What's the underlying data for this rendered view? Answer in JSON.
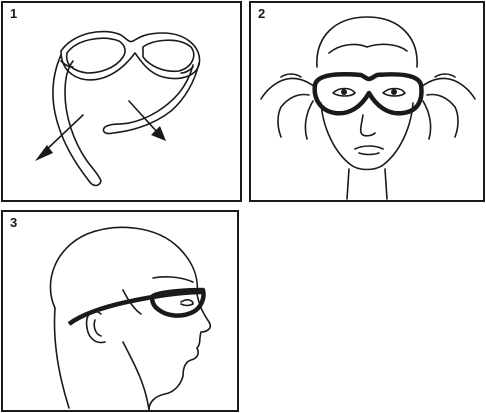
{
  "steps": [
    {
      "number": "1",
      "icon": "unfold-temples"
    },
    {
      "number": "2",
      "icon": "put-on-glasses"
    },
    {
      "number": "3",
      "icon": "side-view-fit"
    }
  ],
  "colors": {
    "line": "#1a1a1a",
    "background": "#ffffff"
  }
}
